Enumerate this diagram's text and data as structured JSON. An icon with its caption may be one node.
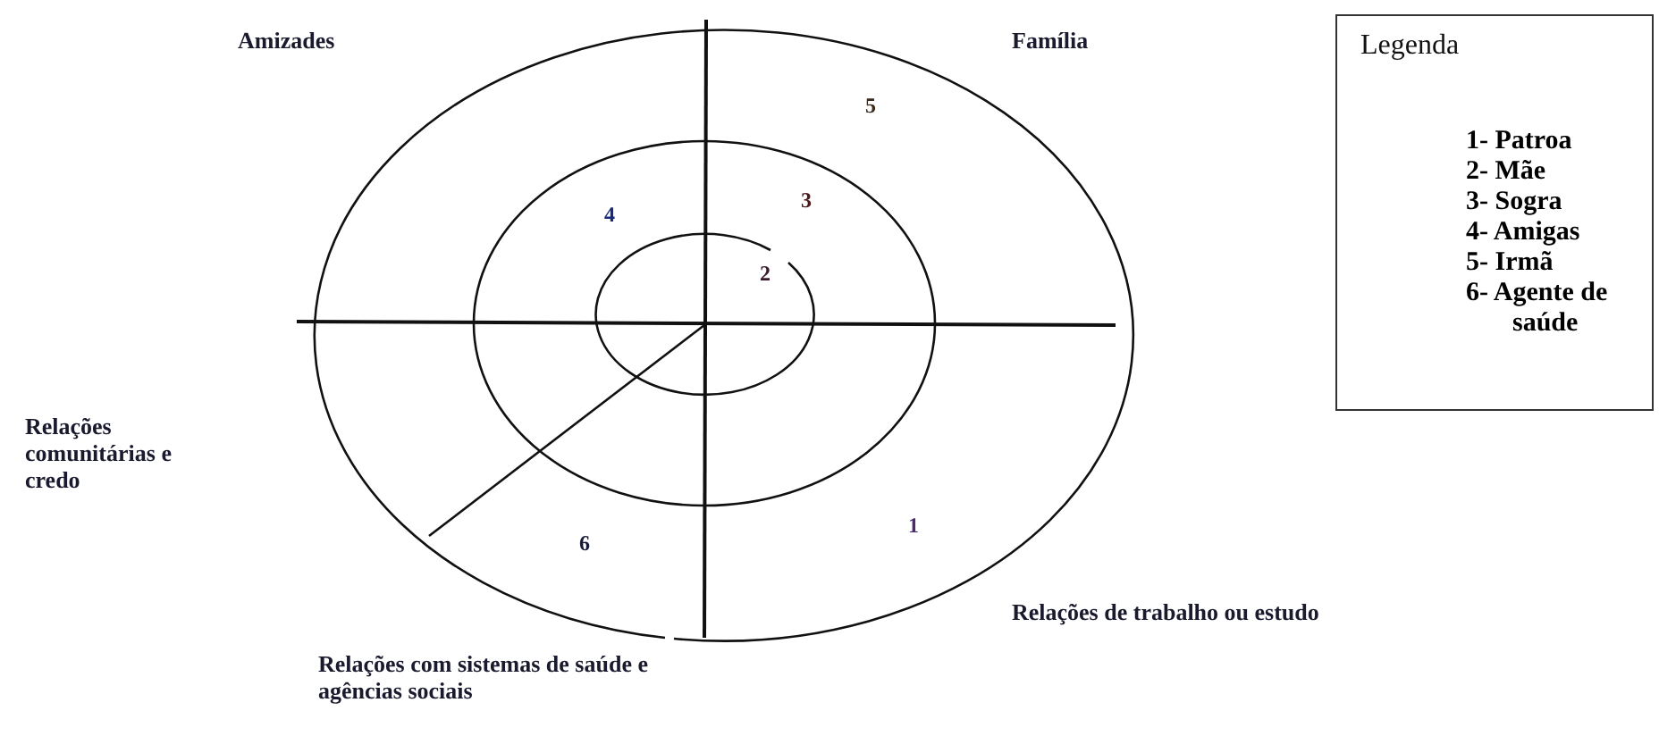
{
  "diagram": {
    "labels": [
      "Amizades",
      "Família",
      "5",
      "4",
      "3",
      "2",
      "Relações comunitárias e credo",
      "6",
      "1",
      "Relações de trabalho ou estudo",
      "Relações com sistemas de saúde e agências sociais",
      "Legenda"
    ],
    "legend": [
      {
        "text": "1- Patroa"
      },
      {
        "text": "2- Mãe"
      },
      {
        "text": "3- Sogra"
      },
      {
        "text": "4- Amigas"
      },
      {
        "text": "5- Irmã"
      },
      {
        "text": "6- Agente de saúde"
      }
    ]
  }
}
